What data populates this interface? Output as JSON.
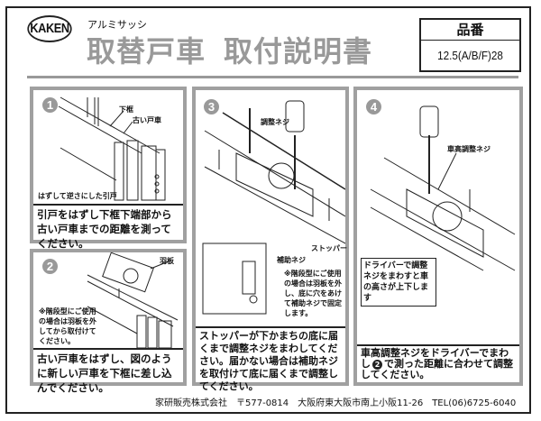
{
  "header": {
    "logo": "KAKEN",
    "subtitle": "アルミサッシ",
    "title_part1": "取替戸車",
    "title_part2": "取付説明書",
    "product_number_label": "品番",
    "product_number": "12.5(A/B/F)28"
  },
  "steps": [
    {
      "number": "1",
      "labels": [
        "下框",
        "古い戸車",
        "はずして逆さにした引戸"
      ],
      "caption": "引戸をはずし下框下端部から古い戸車までの距離を測ってください。"
    },
    {
      "number": "2",
      "labels": [
        "羽板"
      ],
      "note": "※階段型にご使用の場合は羽板を外してから取付けてください。",
      "caption": "古い戸車をはずし、図のように新しい戸車を下框に差し込んでください。"
    },
    {
      "number": "3",
      "labels": [
        "調整ネジ",
        "ストッパー",
        "補助ネジ"
      ],
      "note": "※階段型にご使用の場合は羽板を外し、底に穴をあけて補助ネジで固定します。",
      "caption": "ストッパーが下かまちの底に届くまで調整ネジをまわしてください。届かない場合は補助ネジを取付けて底に届くまで調整してください。"
    },
    {
      "number": "4",
      "labels": [
        "車高調整ネジ"
      ],
      "note": "ドライバーで調整ネジをまわすと車の高さが上下します",
      "caption_ref": "2",
      "caption_a": "車高調整ネジをドライバーでまわし",
      "caption_b": "で測った距離に合わせて調整してください。"
    }
  ],
  "footer": "家研販売株式会社　〒577-0814　大阪府東大阪市南上小阪11-26　TEL(06)6725-6040",
  "colors": {
    "title_gray": "#999999",
    "frame_gray": "#a0a0a0"
  }
}
